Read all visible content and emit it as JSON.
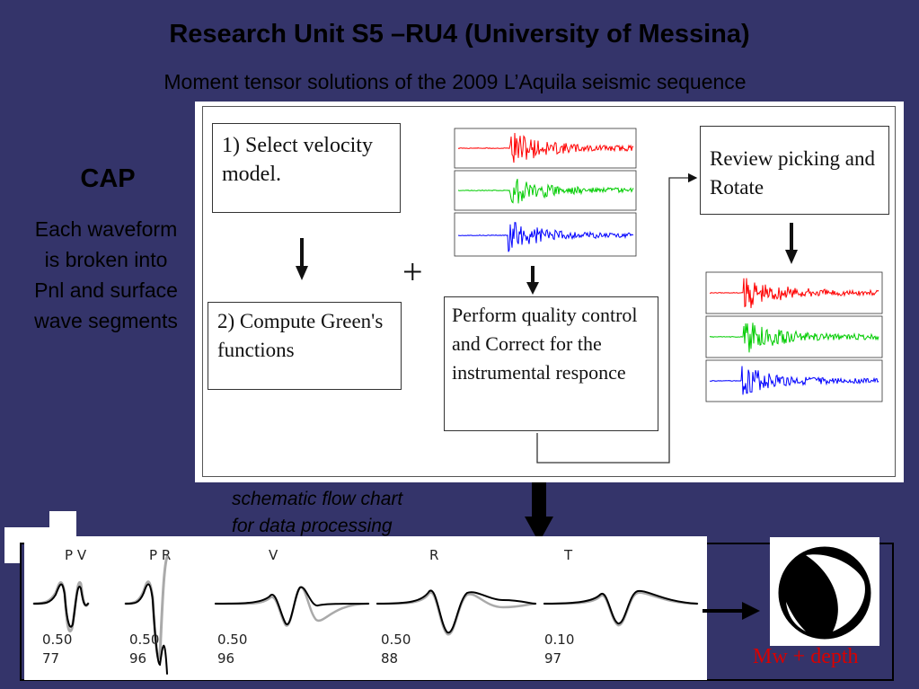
{
  "title": "Research Unit S5 –RU4 (University of Messina)",
  "subtitle": "Moment tensor solutions of the 2009 L’Aquila seismic sequence",
  "cap": {
    "heading": "CAP",
    "description": "Each waveform is broken into Pnl and surface wave segments"
  },
  "flowchart": {
    "step1": "1) Select velocity model.",
    "step2": "2) Compute Green's functions",
    "step3": "Perform quality control and Correct for the instrumental responce",
    "step4": "Review picking and Rotate",
    "plus": "+",
    "caption_line1": "schematic flow chart",
    "caption_line2": "for data processing"
  },
  "waveforms": [
    {
      "label": "P V",
      "value": "0.50",
      "score": "77"
    },
    {
      "label": "P R",
      "value": "0.50",
      "score": "96"
    },
    {
      "label": "V",
      "value": "0.50",
      "score": "96"
    },
    {
      "label": "R",
      "value": "0.50",
      "score": "88"
    },
    {
      "label": "T",
      "value": "0.10",
      "score": "97"
    }
  ],
  "result_label": "Mw + depth",
  "colors": {
    "background": "#34346a",
    "trace1": "#ff0000",
    "trace2": "#00cc00",
    "trace3": "#0000ff",
    "result": "#d90000"
  }
}
